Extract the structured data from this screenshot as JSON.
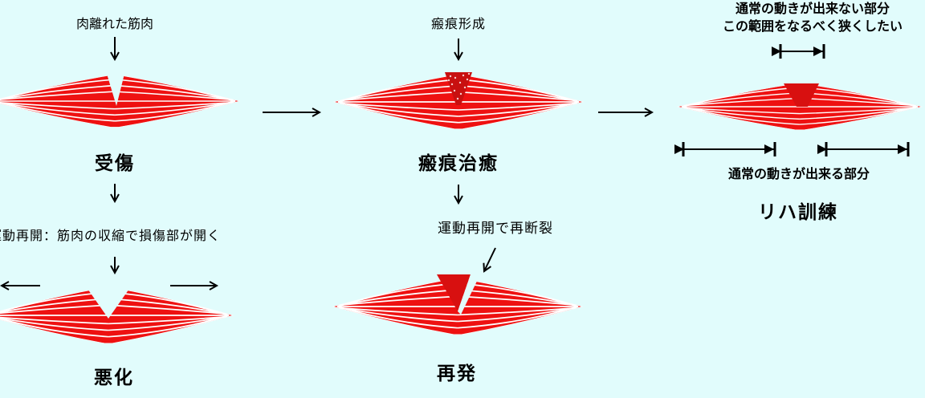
{
  "stage1": {
    "annotation": "肉離れた筋肉",
    "title": "受傷"
  },
  "stage2": {
    "annotation": "運動再開：筋肉の収縮で損傷部が開く",
    "title": "悪化"
  },
  "stage3": {
    "annotation": "瘢痕形成",
    "title": "瘢痕治癒"
  },
  "stage4": {
    "annotation": "運動再開で再断裂",
    "title": "再発"
  },
  "stage5": {
    "annotation_top_line1": "通常の動きが出来ない部分",
    "annotation_top_line2": "この範囲をなるべく狭くしたい",
    "annotation_bottom": "通常の動きが出来る部分",
    "title": "リハ訓練"
  },
  "colors": {
    "muscle": "#ee1111",
    "fiber": "#ffffff",
    "scar": "#e01010",
    "background": "#e1fcfc"
  }
}
